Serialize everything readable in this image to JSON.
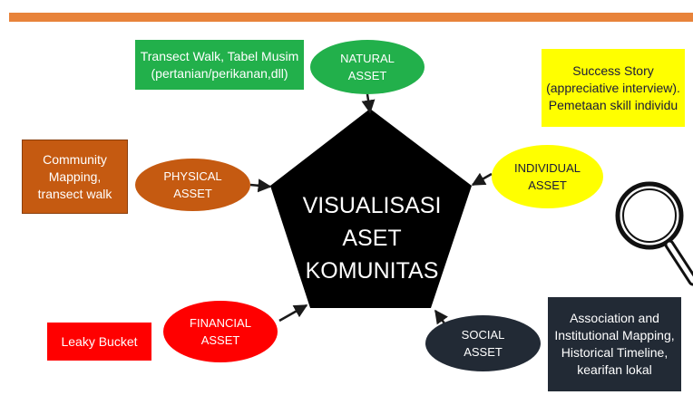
{
  "colors": {
    "top_bar": "#E8833A",
    "center_fill": "#000000",
    "natural": "#22B04B",
    "physical": "#C55A11",
    "individual": "#FFFF00",
    "financial": "#FF0000",
    "social": "#222A35",
    "arrow": "#1a1a1a"
  },
  "center": {
    "label": "VISUALISASI\nASET\nKOMUNITAS"
  },
  "assets": {
    "natural": {
      "label": "NATURAL\nASSET",
      "method": "Transect Walk, Tabel Musim\n(pertanian/perikanan,dll)"
    },
    "physical": {
      "label": "PHYSICAL\nASSET",
      "method": "Community\nMapping,\ntransect walk"
    },
    "individual": {
      "label": "INDIVIDUAL\nASSET",
      "method": "Success Story\n(appreciative interview).\nPemetaan skill individu"
    },
    "financial": {
      "label": "FINANCIAL\nASSET",
      "method": "Leaky Bucket"
    },
    "social": {
      "label": "SOCIAL\nASSET",
      "method": "Association and\nInstitutional Mapping,\nHistorical Timeline,\nkearifan lokal"
    }
  },
  "icons": {
    "magnifier": "magnifying-glass-icon"
  }
}
